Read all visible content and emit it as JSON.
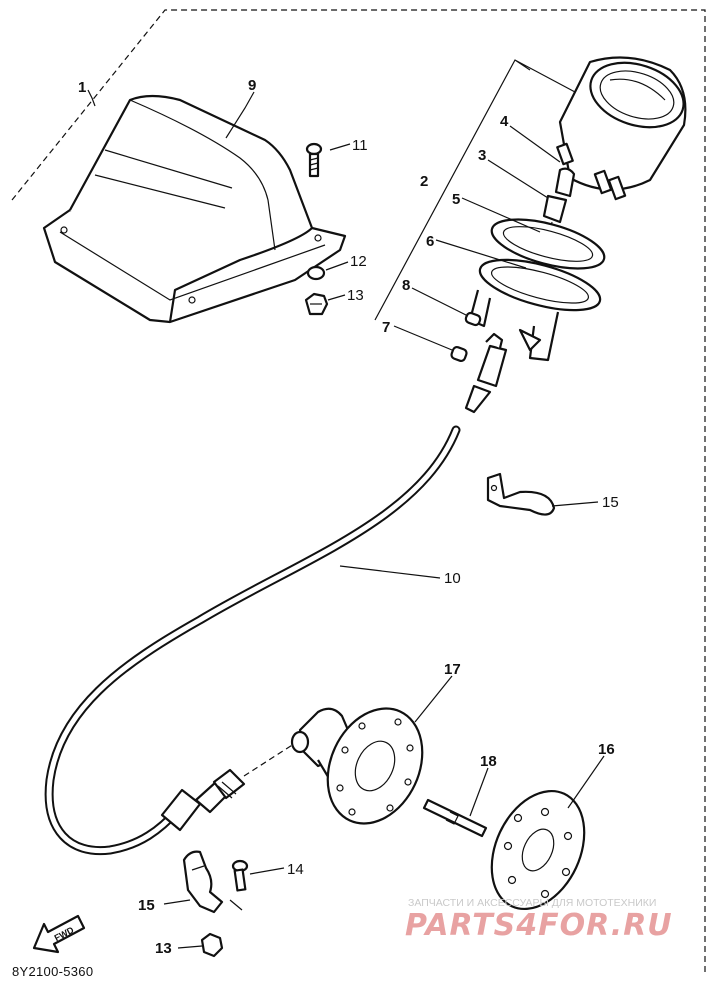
{
  "diagram": {
    "callouts": {
      "c1": "1",
      "c2": "2",
      "c3": "3",
      "c4": "4",
      "c5": "5",
      "c6": "6",
      "c7": "7",
      "c8": "8",
      "c9": "9",
      "c10": "10",
      "c11": "11",
      "c12": "12",
      "c13a": "13",
      "c13b": "13",
      "c14": "14",
      "c15a": "15",
      "c15b": "15",
      "c16": "16",
      "c17": "17",
      "c18": "18"
    },
    "fwd_arrow_label": "FWD",
    "drawing_code": "8Y2100-5360",
    "watermark": {
      "tagline": "ЗАПЧАСТИ И АКСЕССУАРЫ ДЛЯ МОТОТЕХНИКИ",
      "logo": "PARTS4FOR.RU"
    }
  }
}
